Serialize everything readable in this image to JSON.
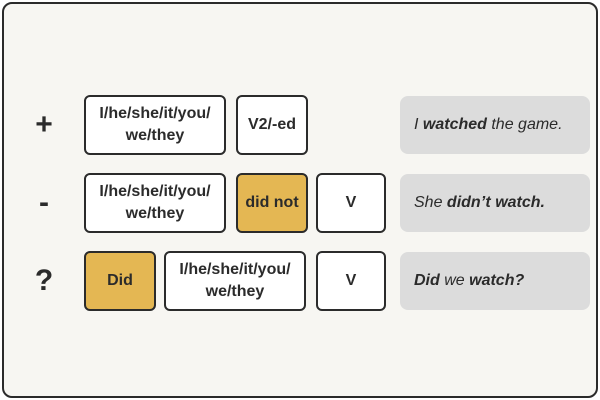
{
  "rows": [
    {
      "symbol": "+",
      "boxes": [
        {
          "text": "I/he/she/it/you/\nwe/they",
          "highlight": false
        },
        {
          "text": "V2/-ed",
          "highlight": false
        }
      ],
      "example": [
        {
          "text": "I ",
          "bold": false
        },
        {
          "text": "watched",
          "bold": true
        },
        {
          "text": " the game.",
          "bold": false
        }
      ]
    },
    {
      "symbol": "-",
      "boxes": [
        {
          "text": "I/he/she/it/you/\nwe/they",
          "highlight": false
        },
        {
          "text": "did not",
          "highlight": true
        },
        {
          "text": "V",
          "highlight": false
        }
      ],
      "example": [
        {
          "text": "She ",
          "bold": false
        },
        {
          "text": "didn’t watch.",
          "bold": true
        }
      ]
    },
    {
      "symbol": "?",
      "boxes": [
        {
          "text": "Did",
          "highlight": true
        },
        {
          "text": "I/he/she/it/you/\nwe/they",
          "highlight": false
        },
        {
          "text": "V",
          "highlight": false
        }
      ],
      "example": [
        {
          "text": "Did",
          "bold": true
        },
        {
          "text": " we ",
          "bold": false
        },
        {
          "text": "watch?",
          "bold": true
        }
      ]
    }
  ],
  "colors": {
    "highlight": "#e4b753",
    "example_bg": "#dcdcdc",
    "border": "#2b2b2b",
    "panel_bg": "#f7f6f2"
  }
}
